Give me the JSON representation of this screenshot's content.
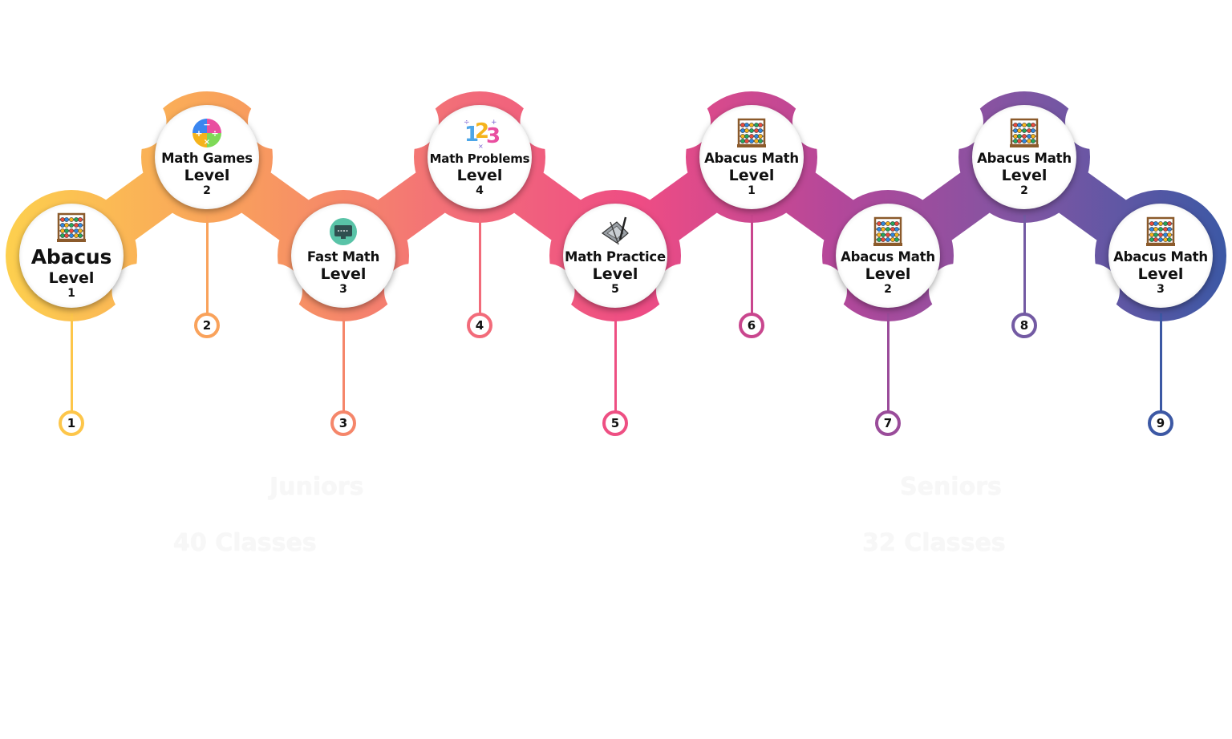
{
  "steps": [
    {
      "number": "1",
      "title": "Abacus",
      "level_label": "Level",
      "level": "1",
      "icon": "abacus-icon",
      "color": "#FDC64A"
    },
    {
      "number": "2",
      "title": "Math Games",
      "level_label": "Level",
      "level": "2",
      "icon": "math-operations-icon",
      "color": "#F9A25B"
    },
    {
      "number": "3",
      "title": "Fast Math",
      "level_label": "Level",
      "level": "3",
      "icon": "chalkboard-icon",
      "color": "#F5866A"
    },
    {
      "number": "4",
      "title": "Math Problems",
      "level_label": "Level",
      "level": "4",
      "icon": "numbers-123-icon",
      "color": "#F26B7A"
    },
    {
      "number": "5",
      "title": "Math Practice",
      "level_label": "Level",
      "level": "5",
      "icon": "geometry-tools-icon",
      "color": "#EE4F83"
    },
    {
      "number": "6",
      "title": "Abacus Math",
      "level_label": "Level",
      "level": "1",
      "icon": "abacus-icon",
      "color": "#C9468E"
    },
    {
      "number": "7",
      "title": "Abacus Math",
      "level_label": "Level",
      "level": "2",
      "icon": "abacus-icon",
      "color": "#9A4C9A"
    },
    {
      "number": "8",
      "title": "Abacus Math",
      "level_label": "Level",
      "level": "2",
      "icon": "abacus-icon",
      "color": "#735AA3"
    },
    {
      "number": "9",
      "title": "Abacus Math",
      "level_label": "Level",
      "level": "3",
      "icon": "abacus-icon",
      "color": "#3C58A4"
    }
  ],
  "groups": {
    "juniors": {
      "title": "Juniors",
      "classes": "40 Classes"
    },
    "seniors": {
      "title": "Seniors",
      "classes": "32 Classes"
    }
  }
}
